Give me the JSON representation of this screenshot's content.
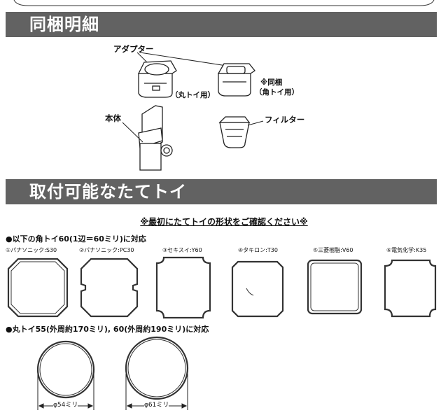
{
  "sections": {
    "contents_title": "同梱明細",
    "gutter_title": "取付可能なたてトイ"
  },
  "parts": {
    "adapter": "アダプター",
    "round_use": "（丸トイ用）",
    "bundled": "※同梱",
    "square_use": "（角トイ用）",
    "body": "本体",
    "filter": "フィルター"
  },
  "notice": "※最初にたてトイの形状をご確認ください※",
  "square": {
    "heading": "●以下の角トイ60(1辺＝60ミリ)に対応",
    "makers": [
      "①パナソニック:S30",
      "②パナソニック:PC30",
      "③セキスイ:Y60",
      "④タキロン:T30",
      "⑤三菱樹脂:V60",
      "⑥電気化学:K35"
    ]
  },
  "round": {
    "heading": "●丸トイ55(外周約170ミリ), 60(外周約190ミリ)に対応",
    "sizes": [
      "φ54ミリ",
      "φ61ミリ"
    ]
  }
}
